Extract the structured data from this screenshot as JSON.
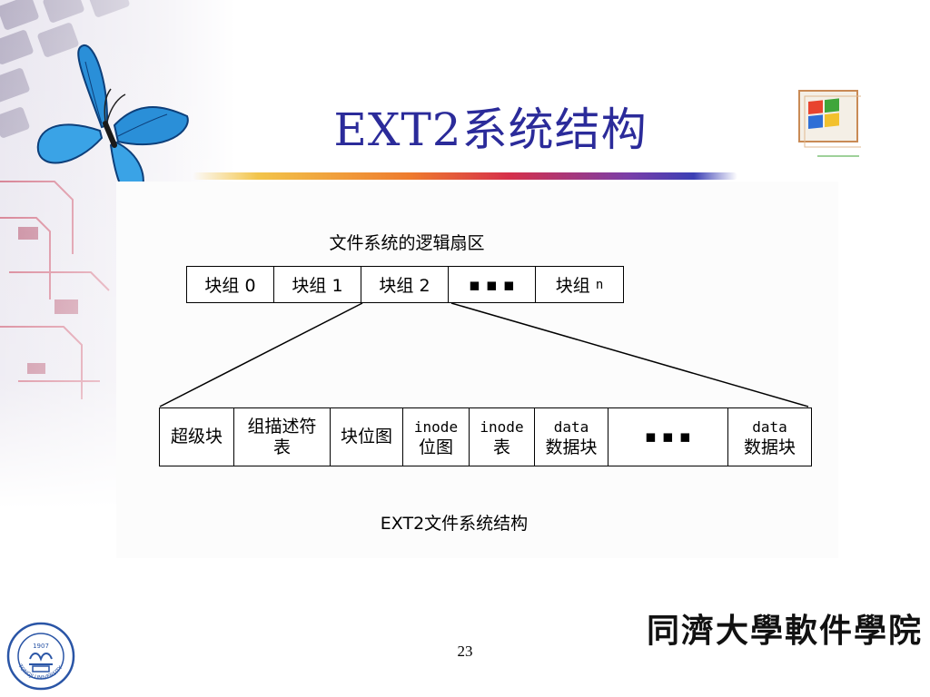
{
  "slide": {
    "title": "EXT2系统结构",
    "page_number": "23"
  },
  "figure": {
    "top_caption": "文件系统的逻辑扇区",
    "block_groups": [
      {
        "label": "块组 0"
      },
      {
        "label": "块组 1"
      },
      {
        "label": "块组 2"
      },
      {
        "label": "▪ ▪ ▪"
      },
      {
        "label": "块组",
        "suffix": "n"
      }
    ],
    "detail_cells": [
      {
        "line1": "超级块"
      },
      {
        "line1": "组描述符",
        "line2": "表"
      },
      {
        "line1": "块位图"
      },
      {
        "line1": "inode",
        "line2": "位图"
      },
      {
        "line1": "inode",
        "line2": "表"
      },
      {
        "line1": "data",
        "line2": "数据块"
      },
      {
        "line1": "▪ ▪ ▪"
      },
      {
        "line1": "data",
        "line2": "数据块"
      }
    ],
    "bottom_caption": "EXT2文件系统结构"
  },
  "branding": {
    "school_name": "同濟大學軟件學院",
    "seal_year": "1907",
    "seal_text": "TONGJI UNIVERSITY"
  },
  "icons": {
    "butterfly": "butterfly-icon",
    "windows_logo": "windows-logo-icon",
    "seal": "university-seal-icon"
  },
  "colors": {
    "title": "#2b2b9a",
    "butterfly_blue": "#2a8fd8"
  }
}
